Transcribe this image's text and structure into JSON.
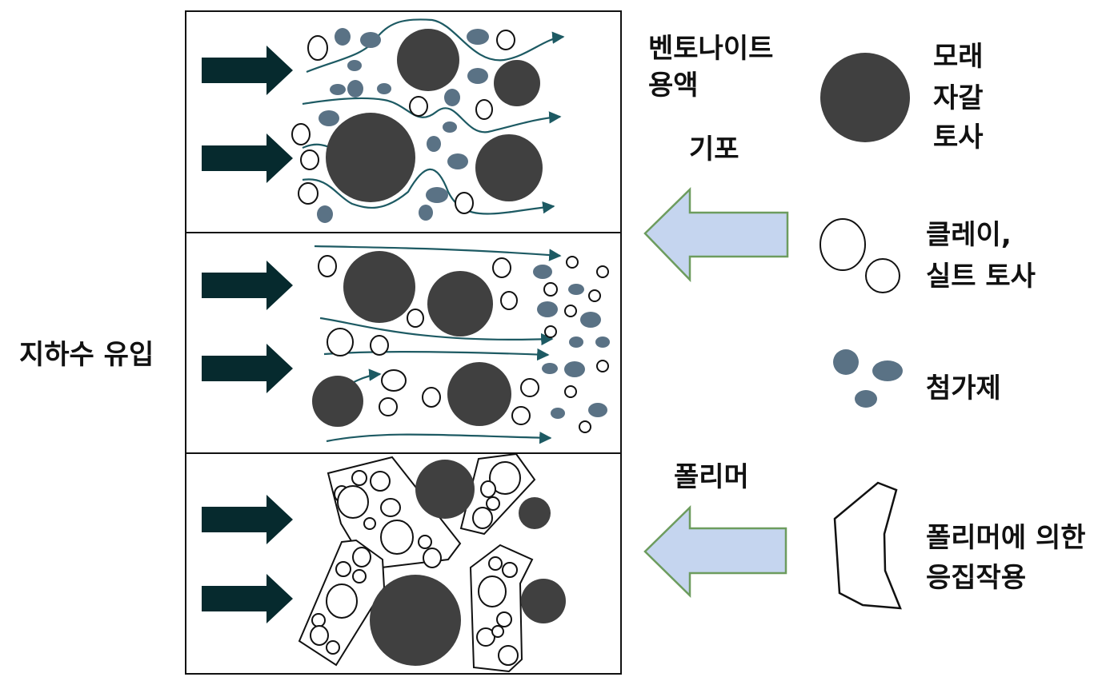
{
  "left_label": "지하수 유입",
  "annotations": {
    "bentonite": [
      "벤토나이트",
      "용액"
    ],
    "bubbles": "기포",
    "polymer": "폴리머"
  },
  "legend": {
    "sand": [
      "모래",
      "자갈",
      "토사"
    ],
    "clay": [
      "클레이,",
      "실트 토사"
    ],
    "additive": "첨가제",
    "floc": [
      "폴리머에 의한",
      "응집작용"
    ]
  },
  "colors": {
    "grain": "#404040",
    "additive": "#5a7285",
    "flow_line": "#1d5a63",
    "push_arrow": "#062a2e",
    "hollow_arrow_fill": "#c5d5ef",
    "hollow_arrow_stroke": "#6d9c5e"
  },
  "icons": [
    "arrow-right-icon",
    "arrow-left-icon"
  ]
}
